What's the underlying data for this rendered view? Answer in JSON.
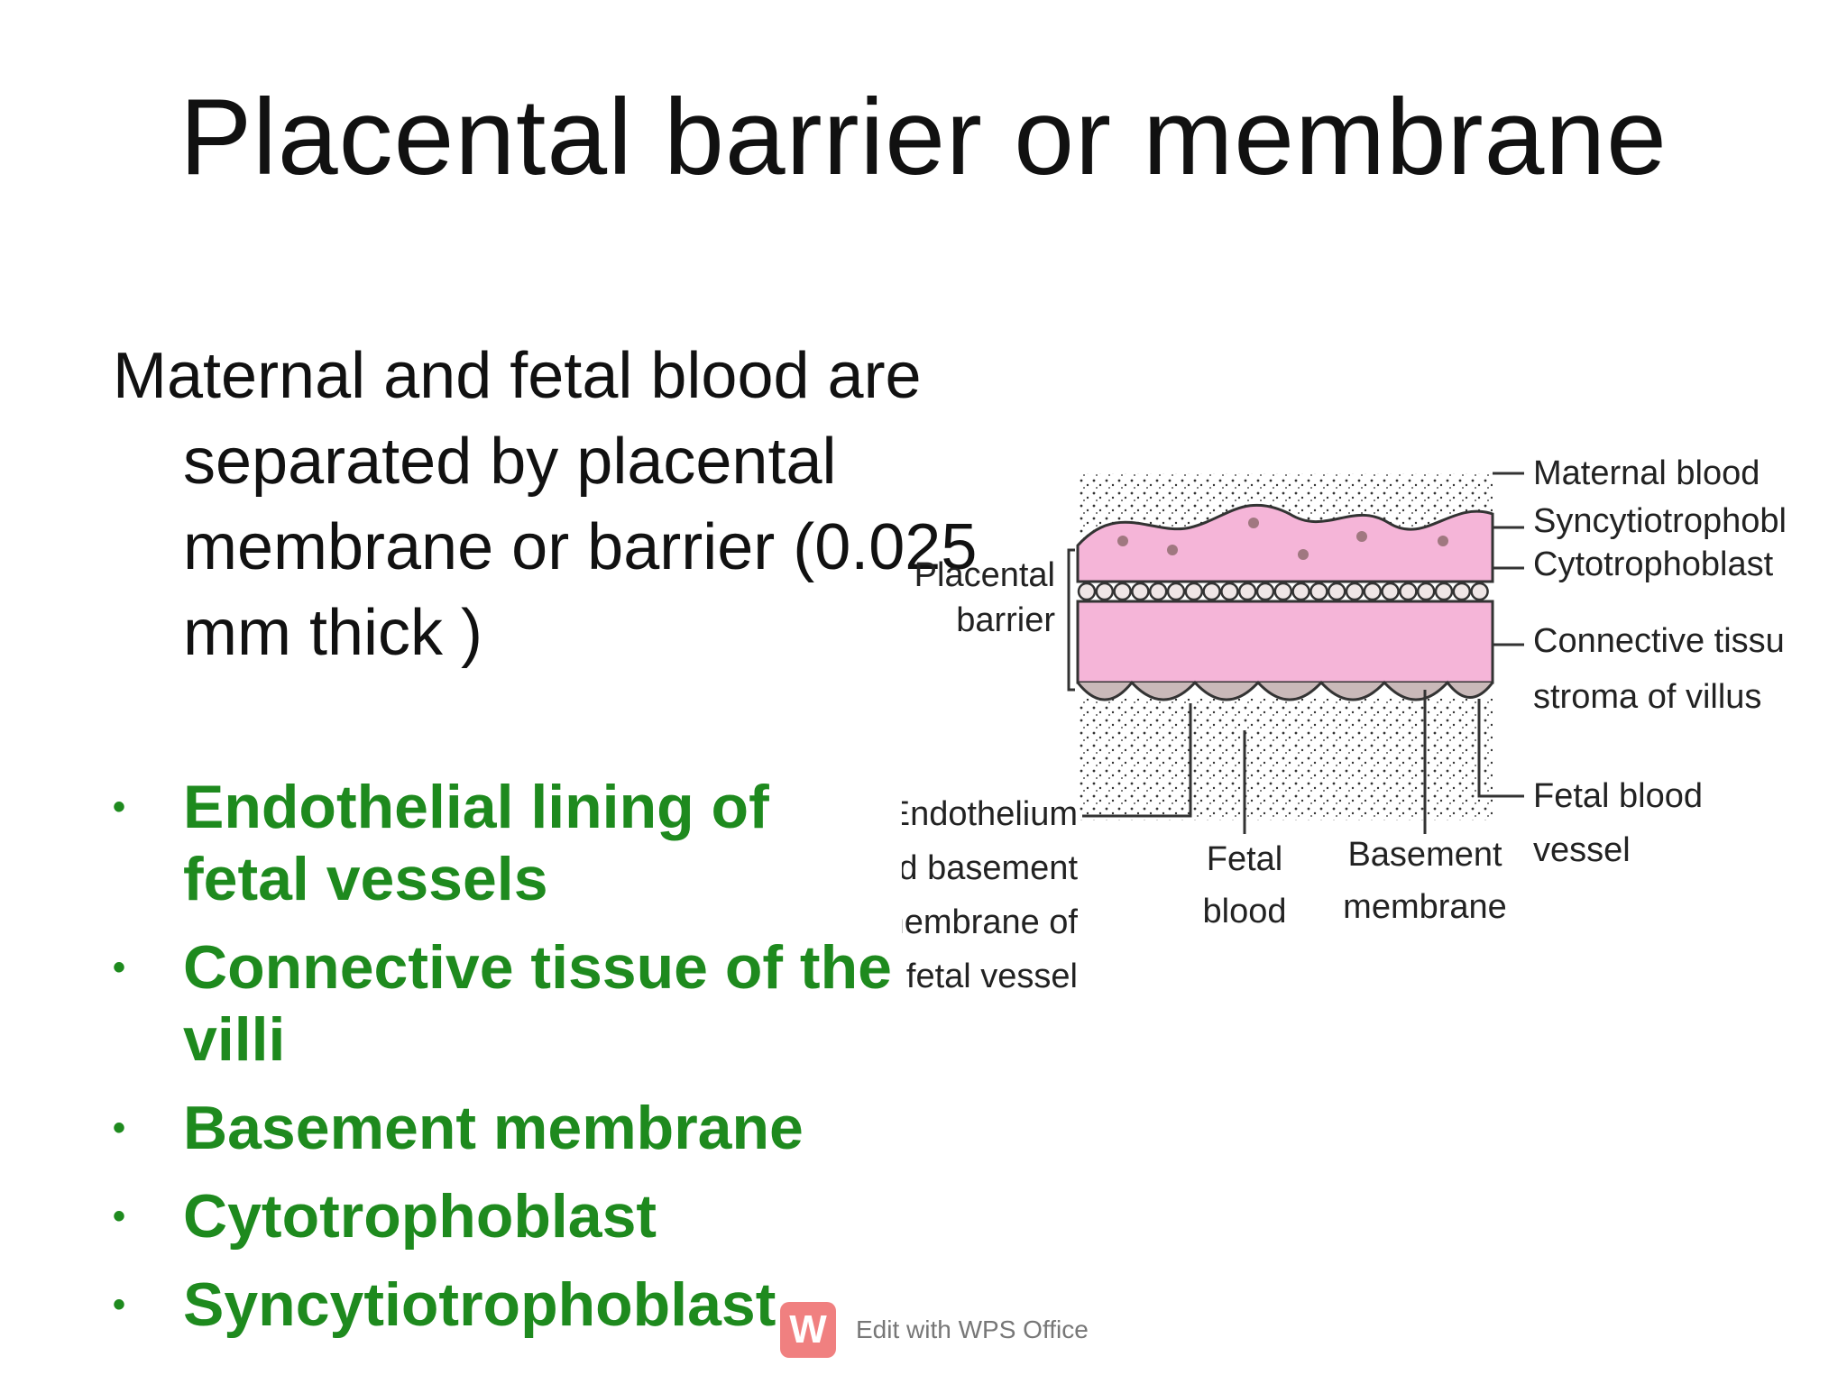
{
  "title": "Placental barrier or membrane",
  "intro": "Maternal and fetal blood are separated by placental membrane or barrier (0.025 mm thick )",
  "bullets": [
    "Endothelial lining of fetal vessels",
    "Connective tissue of the villi",
    "Basement membrane",
    "Cytotrophoblast",
    "Syncytiotrophoblast"
  ],
  "diagram": {
    "left_label_1": "Placental",
    "left_label_2": "barrier",
    "right_labels": [
      "Maternal blood",
      "Syncytiotrophoblast",
      "Cytotrophoblast",
      "Connective tissue",
      "stroma of villus",
      "Fetal blood",
      "vessel"
    ],
    "bottom_labels": {
      "endothelium_1": "Endothelium",
      "endothelium_2": "and basement",
      "endothelium_3": "membrane of",
      "endothelium_4": "fetal vessel",
      "fetal_1": "Fetal",
      "fetal_2": "blood",
      "basement_1": "Basement",
      "basement_2": "membrane"
    },
    "colors": {
      "pink": "#f5b5d8",
      "cell": "#a07880",
      "dots": "#333333"
    }
  },
  "watermark": {
    "logo": "W",
    "text": "Edit with WPS Office"
  },
  "colors": {
    "bullet_text": "#1e8a1e"
  }
}
